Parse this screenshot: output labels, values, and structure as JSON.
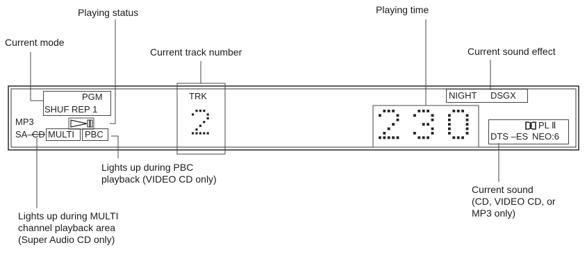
{
  "labels": {
    "playing_status": "Playing status",
    "current_mode": "Current mode",
    "current_track_number": "Current track number",
    "playing_time": "Playing time",
    "current_sound_effect": "Current sound effect",
    "pbc": "Lights up during PBC\nplayback (VIDEO CD only)",
    "multi": "Lights up during MULTI\nchannel playback area\n(Super Audio CD only)",
    "current_sound": "Current sound\n(CD, VIDEO CD, or\nMP3 only)"
  },
  "display": {
    "pgm": "PGM",
    "shuf": "SHUF",
    "rep1": "REP 1",
    "mp3": "MP3",
    "sa": "SA–",
    "cd": "CD",
    "multi": "MULTI",
    "pbc": "PBC",
    "trk": "TRK",
    "track_digit": "2",
    "time_digits": [
      "2",
      "3",
      "0"
    ],
    "night": "NIGHT",
    "dsgx": "DSGX",
    "pl2": "PL Ⅱ",
    "dts_es": "DTS –ES",
    "neo6": "NEO:6"
  }
}
